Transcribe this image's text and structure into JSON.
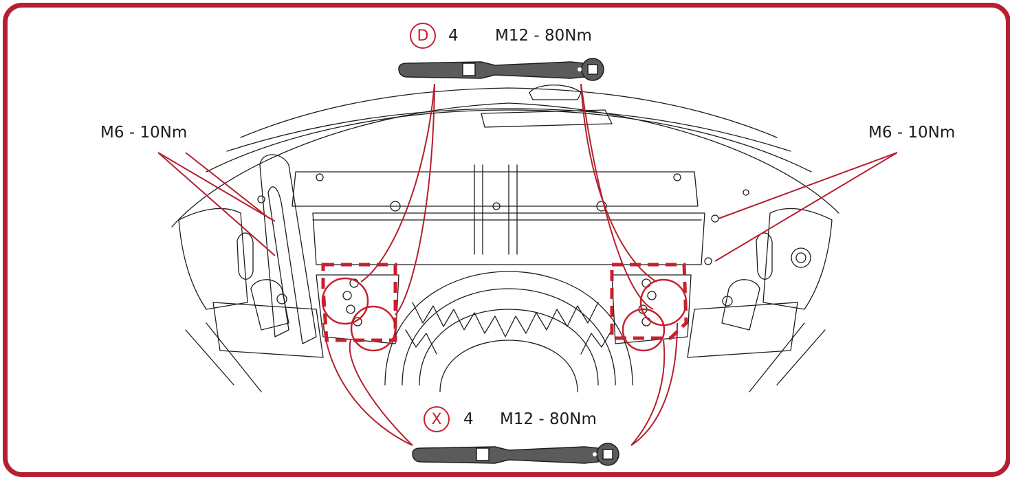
{
  "callouts": {
    "top": {
      "badge": "D",
      "qty": "4",
      "torque": "M12 - 80Nm"
    },
    "bottom": {
      "badge": "X",
      "qty": "4",
      "torque": "M12 - 80Nm"
    },
    "left": {
      "torque": "M6 - 10Nm"
    },
    "right": {
      "torque": "M6 - 10Nm"
    }
  },
  "colors": {
    "accent": "#c8202f",
    "frame": "#b51f2e",
    "line": "#1d1d1b",
    "bar": "#5b5b5b"
  },
  "icons": [
    "torque-wrench-icon"
  ]
}
